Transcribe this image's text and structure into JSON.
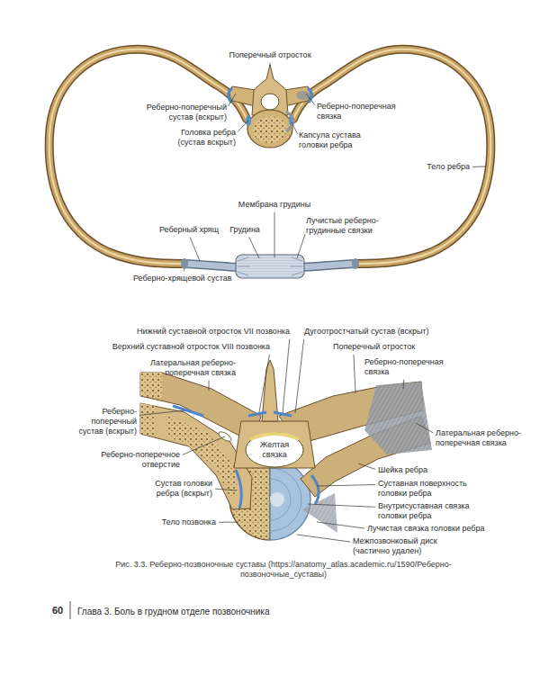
{
  "diagram": {
    "caption": "Рис. 3.3. Реберно-позвоночные суставы (https://anatomy_atlas.academic.ru/1590/Реберно-позвоночные_суставы)",
    "labels": [
      "Поперечный отросток",
      "Реберно-поперечный сустав (вскрыт)",
      "Головка ребра (сустав вскрыт)",
      "Реберно-поперечная связка",
      "Капсула сустава головки ребра",
      "Тело ребра",
      "Мембрана грудины",
      "Лучистые реберно-грудинные связки",
      "Реберный хрящ",
      "Грудина",
      "Реберно-хрящевой сустав",
      "Нижний суставной отросток VII позвонка",
      "Верхний суставной отросток VIII позвонка",
      "Латеральная реберно-поперечная связка",
      "Реберно-поперечный сустав (вскрыт)",
      "Реберно-поперечное отверстие",
      "Сустав головки ребра (вскрыт)",
      "Тело позвонка",
      "Дугоотростчатый сустав (вскрыт)",
      "Поперечный отросток",
      "Реберно-поперечная связка",
      "Латеральная реберно-поперечная связка",
      "Шейка ребра",
      "Суставная поверхность головки ребра",
      "Внутрисуставная связка головки ребра",
      "Лучистая связка головки ребра",
      "Межпозвонковый диск (частично удален)",
      "Желтая связка",
      "60",
      "Глава 3. Боль в грудном отделе позвоночника"
    ]
  }
}
